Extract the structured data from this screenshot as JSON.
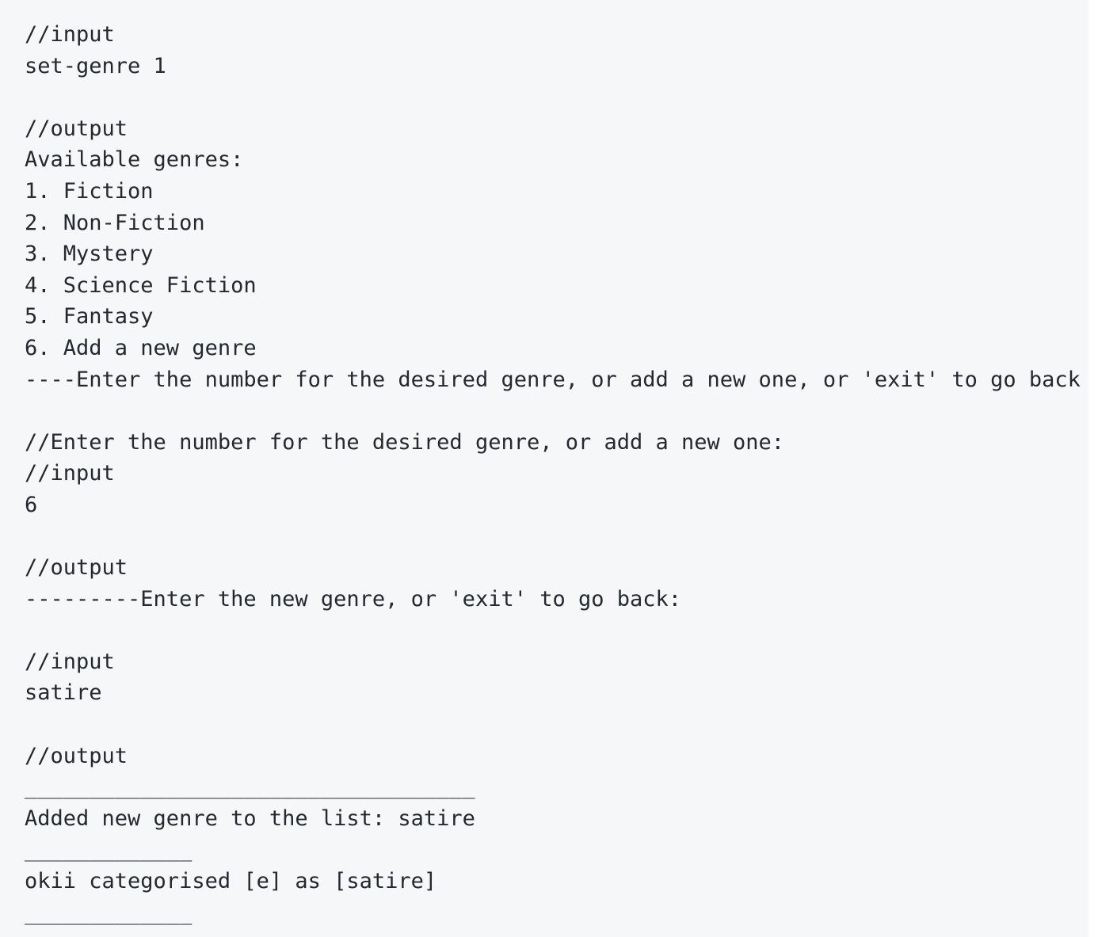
{
  "block": {
    "kind": "terminal-transcript-code-block",
    "background_color": "#f6f7f9",
    "page_background_color": "#ffffff",
    "text_color": "#24292f",
    "overflow": "clipped-right",
    "lines": [
      "//input",
      "set-genre 1",
      "",
      "//output",
      "Available genres:",
      "1. Fiction",
      "2. Non-Fiction",
      "3. Mystery",
      "4. Science Fiction",
      "5. Fantasy",
      "6. Add a new genre",
      "----Enter the number for the desired genre, or add a new one, or 'exit' to go back",
      "",
      "//Enter the number for the desired genre, or add a new one:",
      "//input",
      "6",
      "",
      "//output",
      "---------Enter the new genre, or 'exit' to go back:",
      "",
      "//input",
      "satire",
      "",
      "//output",
      "___________________________________",
      "Added new genre to the list: satire",
      "_____________",
      "okii categorised [e] as [satire]",
      "_____________"
    ]
  }
}
